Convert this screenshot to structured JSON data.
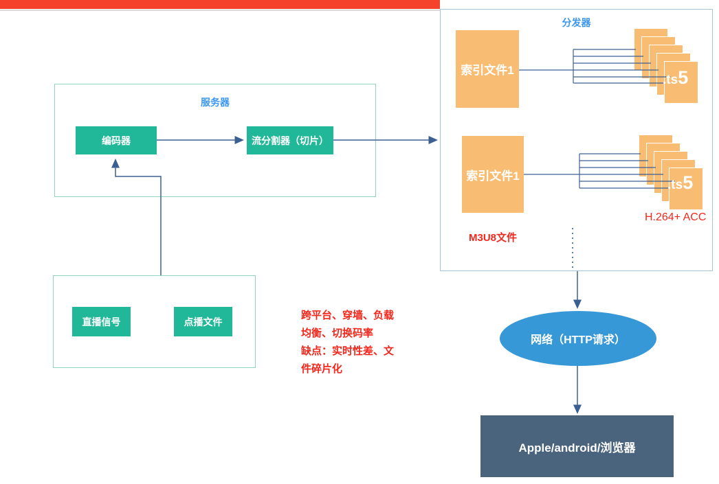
{
  "server_box": {
    "label": "服务器",
    "encoder_label": "编码器",
    "splitter_label": "流分割器（切片）"
  },
  "source_box": {
    "live_label": "直播信号",
    "vod_label": "点播文件"
  },
  "notes": {
    "lines": [
      "跨平台、穿墙、负载",
      "均衡、切换码率",
      "缺点：实时性差、文",
      "件碎片化"
    ]
  },
  "distributor_box": {
    "label": "分发器",
    "rows": [
      {
        "index_label": "索引文件1",
        "ts_prefix": ".ts",
        "ts_suffix": "5"
      },
      {
        "index_label": "索引文件1",
        "ts_prefix": ".ts",
        "ts_suffix": "5"
      }
    ],
    "m3u8_label": "M3U8文件",
    "codec_label": "H.264+ ACC"
  },
  "network": {
    "label": "网络（HTTP请求）"
  },
  "client": {
    "label": "Apple/android/浏览器"
  },
  "colors": {
    "progress_red": "#f4432a",
    "node_green": "#20b898",
    "file_orange": "#f8bd72",
    "label_blue": "#3b97f0",
    "note_red": "#f3261b",
    "network_blue": "#3798d8",
    "client_slate": "#4b647e",
    "connector_blue": "#3c5f92",
    "server_border": "#8fd3c1",
    "distributor_border": "#a6c4d8"
  }
}
